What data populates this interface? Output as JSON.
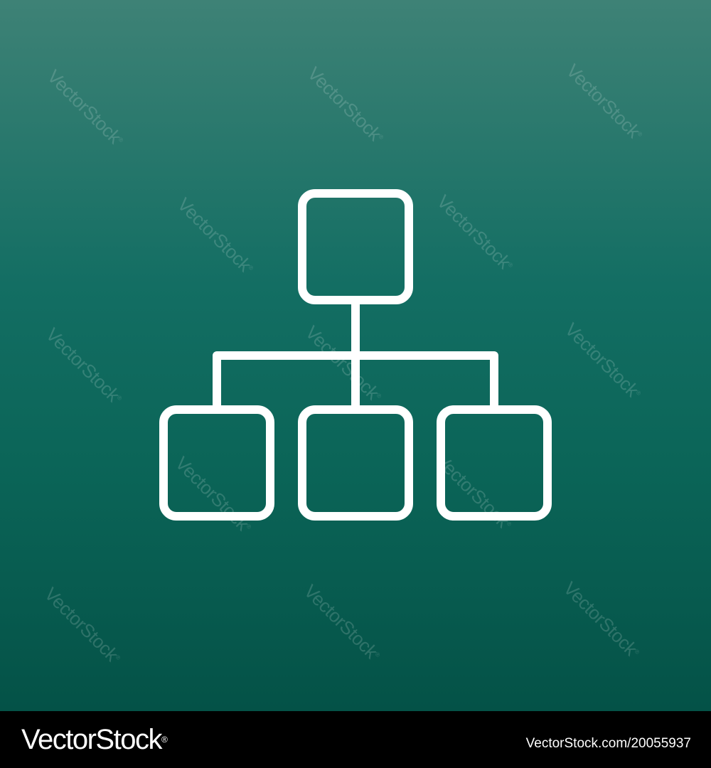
{
  "canvas": {
    "background_gradient": [
      "#3E8276",
      "#136E63",
      "#0B6558",
      "#045247"
    ],
    "icon_color": "#FFFFFF",
    "icon_name": "hierarchy-structure-icon"
  },
  "diagram": {
    "nodes": [
      {
        "id": "root",
        "level": 0
      },
      {
        "id": "child-left",
        "level": 1
      },
      {
        "id": "child-center",
        "level": 1
      },
      {
        "id": "child-right",
        "level": 1
      }
    ],
    "edges": [
      {
        "from": "root",
        "to": "child-left"
      },
      {
        "from": "root",
        "to": "child-center"
      },
      {
        "from": "root",
        "to": "child-right"
      }
    ]
  },
  "watermark": {
    "text": "VectorStock",
    "mark": "®"
  },
  "footer": {
    "brand": "VectorStock",
    "brand_mark": "®",
    "image_id": "VectorStock.com/20055937"
  }
}
